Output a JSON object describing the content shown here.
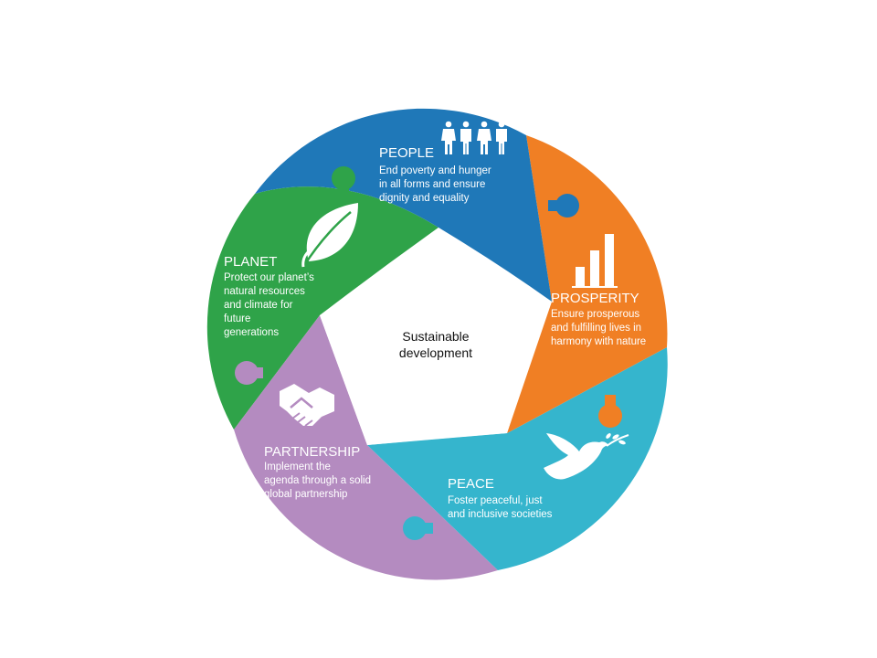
{
  "colors": {
    "people": "#1f78b8",
    "prosperity": "#f07f24",
    "peace": "#35b5cd",
    "partnership": "#b48bc0",
    "planet": "#2fa349",
    "center": "#ffffff",
    "text": "#111111"
  },
  "center": {
    "line1": "Sustainable",
    "line2": "development"
  },
  "segments": {
    "people": {
      "title": "PEOPLE",
      "desc": [
        "End poverty and hunger",
        "in all forms and ensure",
        "dignity and equality"
      ],
      "icon": "people-icon"
    },
    "prosperity": {
      "title": "PROSPERITY",
      "desc": [
        "Ensure prosperous",
        "and fulfilling lives in",
        "harmony with nature"
      ],
      "icon": "bar-chart-icon"
    },
    "peace": {
      "title": "PEACE",
      "desc": [
        "Foster peaceful, just",
        "and inclusive societies"
      ],
      "icon": "dove-icon"
    },
    "partnership": {
      "title": "PARTNERSHIP",
      "desc": [
        "Implement the",
        "agenda through a solid",
        "global partnership"
      ],
      "icon": "handshake-icon"
    },
    "planet": {
      "title": "PLANET",
      "desc": [
        "Protect our planet’s",
        "natural resources",
        "and climate for",
        "future",
        "generations"
      ],
      "icon": "leaf-icon"
    }
  }
}
